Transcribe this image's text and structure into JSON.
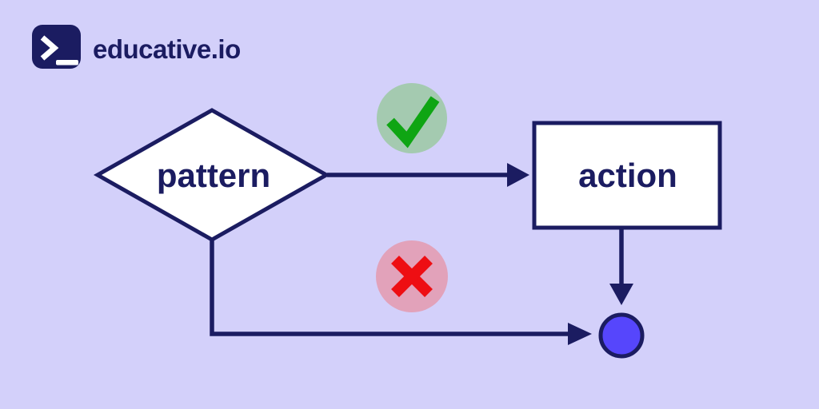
{
  "brand": {
    "name": "educative.io",
    "icon": "terminal-prompt-icon"
  },
  "diagram": {
    "type": "flowchart",
    "nodes": [
      {
        "id": "decision",
        "label": "pattern",
        "shape": "diamond"
      },
      {
        "id": "process",
        "label": "action",
        "shape": "rectangle"
      },
      {
        "id": "end",
        "label": "",
        "shape": "filled-circle"
      }
    ],
    "badges": [
      {
        "id": "match",
        "icon": "check-icon"
      },
      {
        "id": "no-match",
        "icon": "cross-icon"
      }
    ],
    "edges": [
      {
        "from": "pattern",
        "to": "action",
        "badge": "check-icon"
      },
      {
        "from": "action",
        "to": "end"
      },
      {
        "from": "pattern",
        "to": "end",
        "badge": "cross-icon"
      }
    ]
  },
  "colors": {
    "background": "#d3d0fa",
    "line": "#1b1c61",
    "node_fill": "#ffffff",
    "logo_glyph": "#ffffff",
    "check_circle": "#a4cab0",
    "check_mark": "#0fa513",
    "cross_circle": "#e2a2ba",
    "cross_mark": "#ee0e13",
    "end_circle": "#5646fc"
  }
}
